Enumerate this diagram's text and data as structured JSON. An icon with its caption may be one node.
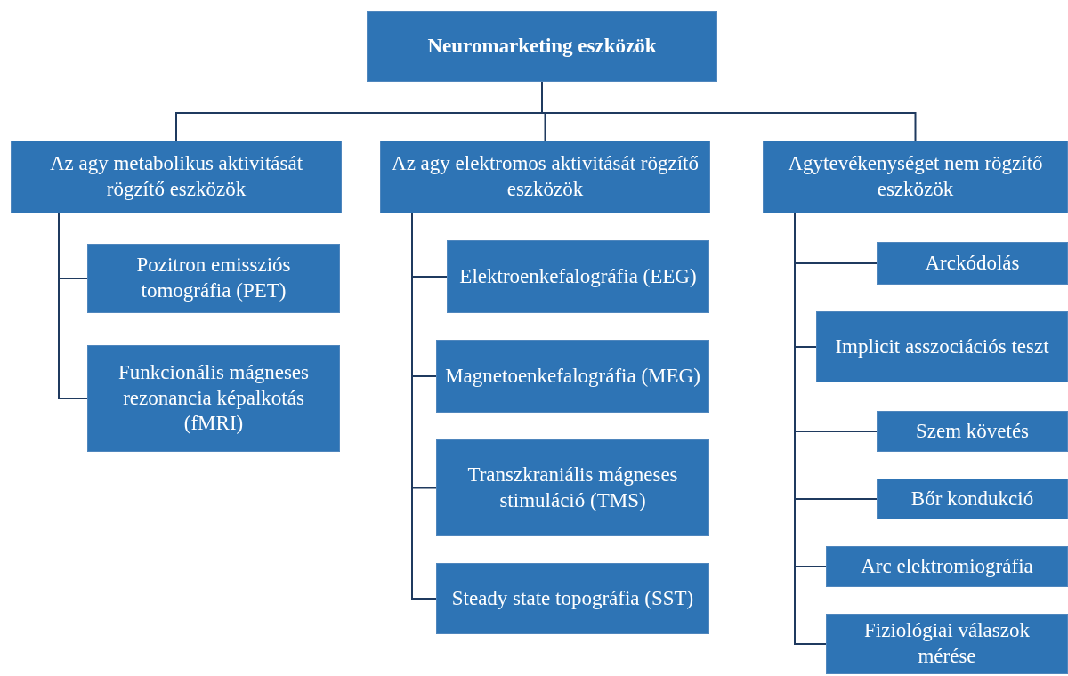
{
  "diagram": {
    "nodes": [
      {
        "text": [
          "Neuromarketing eszközök"
        ]
      },
      {
        "text": [
          "Az agy metabolikus aktivitását rögzítő eszközök"
        ]
      },
      {
        "text": [
          "Az agy elektromos aktivitását rögzítő eszközök"
        ]
      },
      {
        "text": [
          "Agytevékenységet nem rögzítő eszközök"
        ]
      },
      {
        "text": [
          "Pozitron emissziós tomográfia (PET)"
        ]
      },
      {
        "text": [
          "Funkcionális mágneses rezonancia képalkotás (fMRI)"
        ]
      },
      {
        "text": [
          "Elektroenkefalográfia (EEG)"
        ]
      },
      {
        "text": [
          "Magnetoenkefalográfia (MEG)"
        ]
      },
      {
        "text": [
          "Transzkraniális mágneses stimuláció (TMS)"
        ]
      },
      {
        "text": [
          "Steady state topográfia (SST)"
        ]
      },
      {
        "text": [
          "Arckódolás"
        ]
      },
      {
        "text": [
          "Implicit asszociációs teszt"
        ]
      },
      {
        "text": [
          "Szem követés"
        ]
      },
      {
        "text": [
          "Bőr kondukció"
        ]
      },
      {
        "text": [
          "Arc elektromiográfia"
        ]
      },
      {
        "text": [
          "Fiziológiai válaszok mérése"
        ]
      }
    ],
    "edges": [
      {
        "from": 0,
        "to": 1,
        "arrow": "none"
      },
      {
        "from": 0,
        "to": 2,
        "arrow": "none"
      },
      {
        "from": 0,
        "to": 3,
        "arrow": "none"
      },
      {
        "from": 1,
        "to": 4,
        "arrow": "none"
      },
      {
        "from": 1,
        "to": 5,
        "arrow": "none"
      },
      {
        "from": 2,
        "to": 6,
        "arrow": "none"
      },
      {
        "from": 2,
        "to": 7,
        "arrow": "none"
      },
      {
        "from": 2,
        "to": 8,
        "arrow": "none"
      },
      {
        "from": 2,
        "to": 9,
        "arrow": "none"
      },
      {
        "from": 3,
        "to": 10,
        "arrow": "none"
      },
      {
        "from": 3,
        "to": 11,
        "arrow": "none"
      },
      {
        "from": 3,
        "to": 12,
        "arrow": "none"
      },
      {
        "from": 3,
        "to": 13,
        "arrow": "none"
      },
      {
        "from": 3,
        "to": 14,
        "arrow": "none"
      },
      {
        "from": 3,
        "to": 15,
        "arrow": "none"
      }
    ]
  }
}
